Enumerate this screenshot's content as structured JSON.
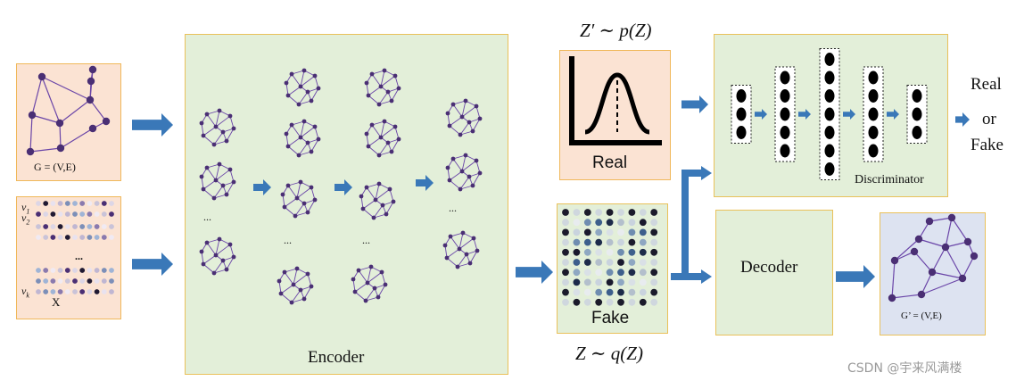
{
  "input": {
    "graph_label": "G = (V,E)",
    "feature_label": "X",
    "row_first": "v1",
    "row_second": "v2",
    "row_last": "vk",
    "ellipsis": "..."
  },
  "encoder": {
    "label": "Encoder",
    "ellipsis": "..."
  },
  "prior": {
    "formula": "Z′ ∼ p(Z)",
    "label": "Real"
  },
  "posterior": {
    "formula": "Z ∼ q(Z)",
    "label": "Fake"
  },
  "discriminator": {
    "label": "Discriminator",
    "layer_nodes": [
      3,
      5,
      7,
      5,
      3
    ],
    "output": [
      "Real",
      "or",
      "Fake"
    ]
  },
  "decoder": {
    "label": "Decoder",
    "output_graph_label": "G’ = (V,E)"
  },
  "watermark": "CSDN @宇来风满楼",
  "colors": {
    "arrow": "#3a78b8",
    "node": "#4a2f74",
    "edge": "#6a45a8",
    "peach_fill": "#fbe3d3",
    "green_fill": "#e3efd9",
    "lavender_fill": "#dde3f1",
    "box_border": "#e9c15a"
  }
}
